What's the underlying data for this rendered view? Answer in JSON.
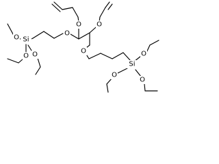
{
  "structure": {
    "atoms": {
      "si_left": "Si",
      "o_left_1": "O",
      "o_left_2": "O",
      "o_left_3": "O",
      "o_left_ether": "O",
      "o_allyl_left": "O",
      "o_allyl_right": "O",
      "o_right_ether": "O",
      "si_right": "Si",
      "o_right_1": "O",
      "o_right_2": "O",
      "o_right_3": "O"
    }
  }
}
